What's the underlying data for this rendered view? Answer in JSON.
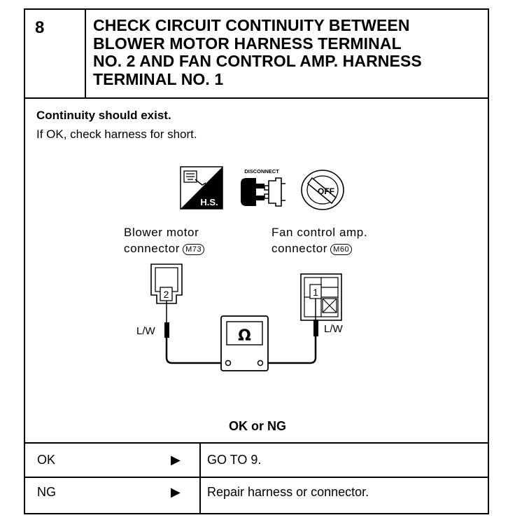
{
  "step": {
    "number": "8",
    "title_lines": [
      "CHECK CIRCUIT CONTINUITY BETWEEN",
      "BLOWER MOTOR HARNESS TERMINAL",
      "NO. 2 AND FAN CONTROL AMP. HARNESS",
      "TERMINAL NO. 1"
    ]
  },
  "body": {
    "condition": "Continuity should exist.",
    "hint": "If OK, check harness for short."
  },
  "icons": {
    "harness_side": "H.S.",
    "disconnect": "DISCONNECT",
    "ignition": "OFF"
  },
  "diagram": {
    "blower_label_1": "Blower motor",
    "blower_label_2": "connector",
    "blower_code": "M73",
    "blower_terminal": "2",
    "fan_label_1": "Fan control amp.",
    "fan_label_2": "connector",
    "fan_code": "M60",
    "fan_terminal": "1",
    "wire_left": "L/W",
    "wire_right": "L/W",
    "meter_symbol": "Ω"
  },
  "result_prompt": "OK or NG",
  "results": [
    {
      "label": "OK",
      "arrow": "▶",
      "action": "GO TO 9."
    },
    {
      "label": "NG",
      "arrow": "▶",
      "action": "Repair harness or connector."
    }
  ]
}
